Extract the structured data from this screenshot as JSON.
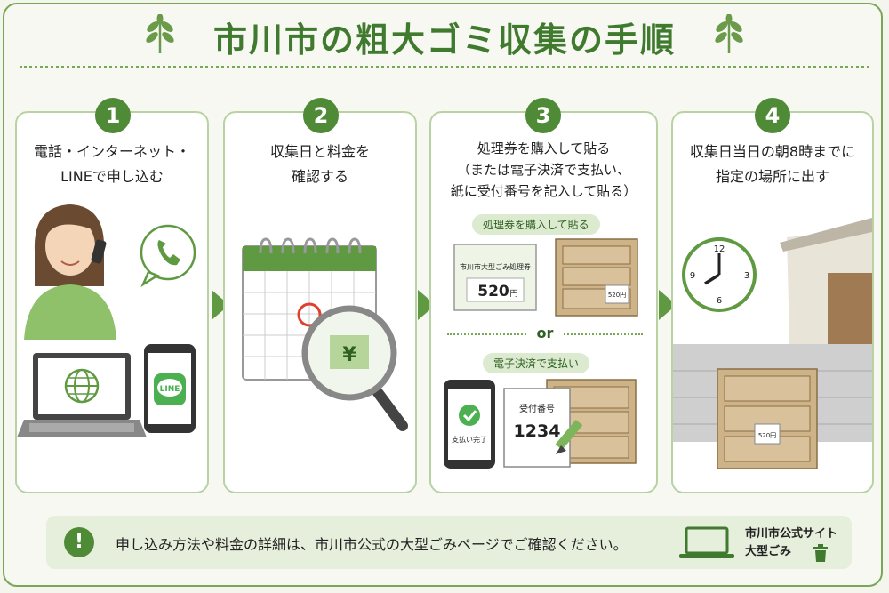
{
  "title": "市川市の粗大ゴミ収集の手順",
  "steps": [
    {
      "number": "1",
      "line1": "電話・インターネット・",
      "line2": "LINEで申し込む",
      "line3": ""
    },
    {
      "number": "2",
      "line1": "収集日と料金を",
      "line2": "確認する",
      "line3": ""
    },
    {
      "number": "3",
      "line1": "処理券を購入して貼る",
      "line2": "（または電子決済で支払い、",
      "line3": "紙に受付番号を記入して貼る）"
    },
    {
      "number": "4",
      "line1": "収集日当日の朝8時までに",
      "line2": "指定の場所に出す",
      "line3": ""
    }
  ],
  "step1": {
    "line_label": "LINE"
  },
  "step2": {
    "yen": "¥"
  },
  "step3": {
    "option1_label": "処理券を購入して貼る",
    "ticket_title": "市川市大型ごみ処理券",
    "ticket_price": "520",
    "ticket_unit": "円",
    "sticker_price": "520円",
    "or_label": "or",
    "option2_label": "電子決済で支払い",
    "payment_done": "支払い完了",
    "receipt_title": "受付番号",
    "receipt_number": "1234"
  },
  "step4": {
    "clock_12": "12",
    "clock_3": "3",
    "clock_6": "6",
    "clock_9": "9",
    "sticker_price": "520円"
  },
  "footer": {
    "alert_mark": "!",
    "message": "申し込み方法や料金の詳細は、市川市公式の大型ごみページでご確認ください。",
    "site_line1": "市川市公式サイト",
    "site_line2": "大型ごみ"
  },
  "colors": {
    "primary_green": "#4f8a37",
    "light_green": "#dcebd0",
    "red_circle": "#e0402e",
    "cabinet": "#cdb387"
  }
}
